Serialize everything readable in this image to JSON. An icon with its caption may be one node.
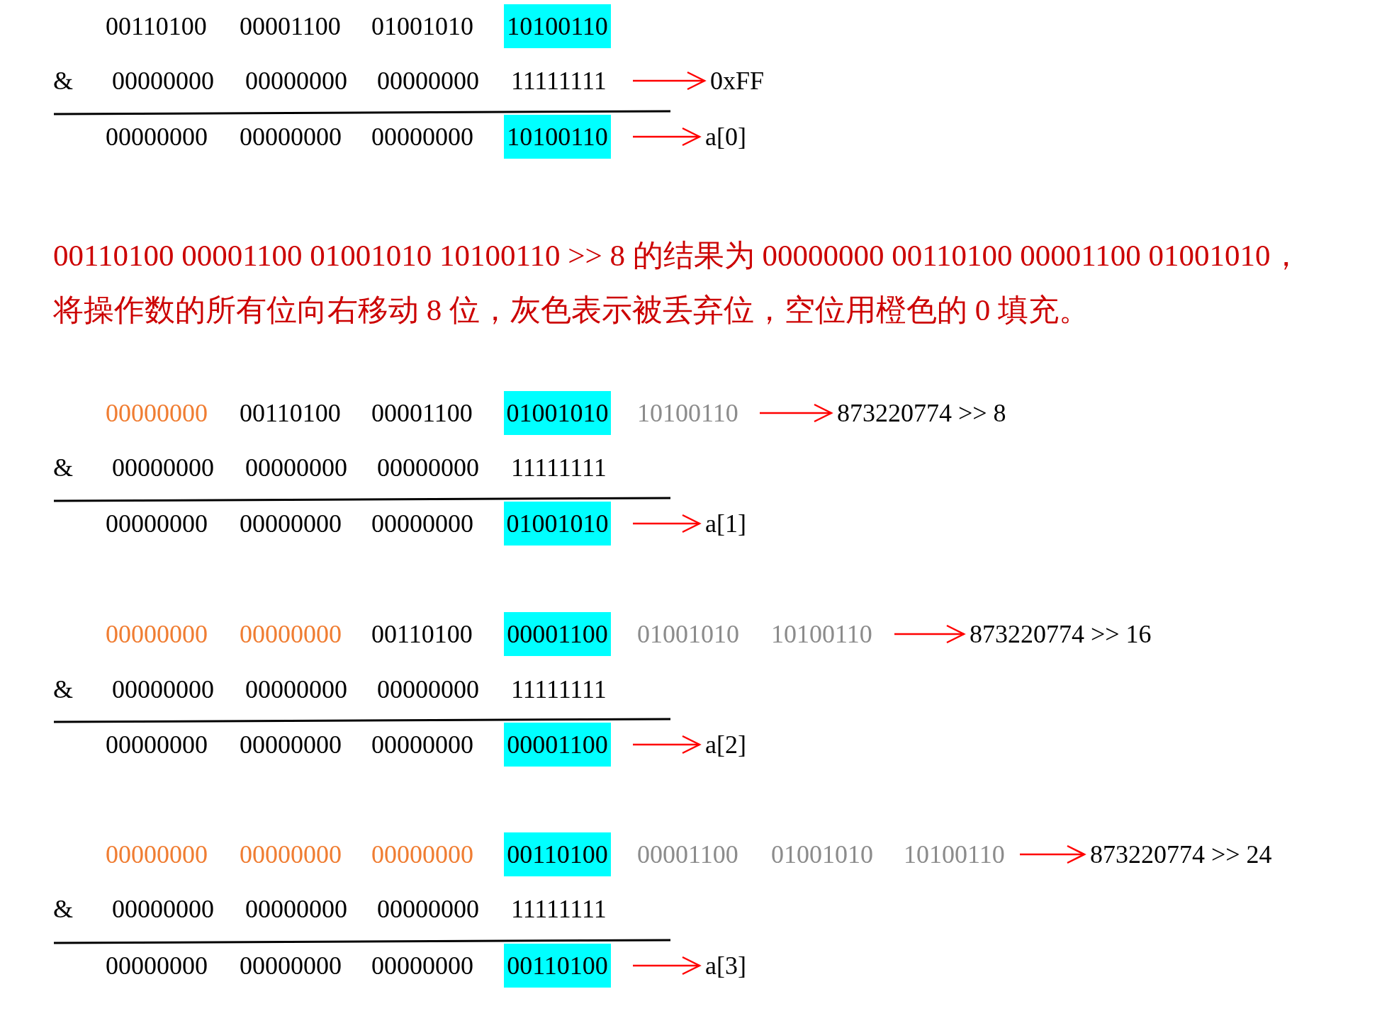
{
  "diagram": {
    "nodes": [
      {
        "text": [
          "0xFF"
        ]
      },
      {
        "text": [
          "a[0]"
        ]
      },
      {
        "text": [
          "873220774 >> 8"
        ]
      },
      {
        "text": [
          "a[1]"
        ]
      },
      {
        "text": [
          "873220774 >> 16"
        ]
      },
      {
        "text": [
          "a[2]"
        ]
      },
      {
        "text": [
          "873220774 >> 24"
        ]
      },
      {
        "text": [
          "a[3]"
        ]
      }
    ],
    "edges": [
      {
        "from": null,
        "to": 0,
        "arrow": "to"
      },
      {
        "from": null,
        "to": 1,
        "arrow": "to"
      },
      {
        "from": null,
        "to": 2,
        "arrow": "to"
      },
      {
        "from": null,
        "to": 3,
        "arrow": "to"
      },
      {
        "from": null,
        "to": 4,
        "arrow": "to"
      },
      {
        "from": null,
        "to": 5,
        "arrow": "to"
      },
      {
        "from": null,
        "to": 6,
        "arrow": "to"
      },
      {
        "from": null,
        "to": 7,
        "arrow": "to"
      }
    ],
    "labels": [
      "00110100",
      "00001100",
      "01001010",
      "10100110",
      "&",
      "00000000",
      "00000000",
      "00000000",
      "11111111",
      "00000000",
      "00000000",
      "00000000",
      "10100110",
      "00110100 00001100 01001010 10100110 >> 8 的结果为 00000000 00110100 00001100 01001010，将操作数的所有位向右移动 8 位，灰色表示被丢弃位，空位用橙色的 0 填充。",
      "00000000",
      "00110100",
      "00001100",
      "01001010",
      "10100110",
      "&",
      "00000000",
      "00000000",
      "00000000",
      "11111111",
      "00000000",
      "00000000",
      "00000000",
      "01001010",
      "00000000",
      "00000000",
      "00110100",
      "00001100",
      "01001010",
      "10100110",
      "&",
      "00000000",
      "00000000",
      "00000000",
      "11111111",
      "00000000",
      "00000000",
      "00000000",
      "00001100",
      "00000000",
      "00000000",
      "00000000",
      "00110100",
      "00001100",
      "01001010",
      "10100110",
      "&",
      "00000000",
      "00000000",
      "00000000",
      "11111111",
      "00000000",
      "00000000",
      "00000000",
      "00110100"
    ]
  }
}
